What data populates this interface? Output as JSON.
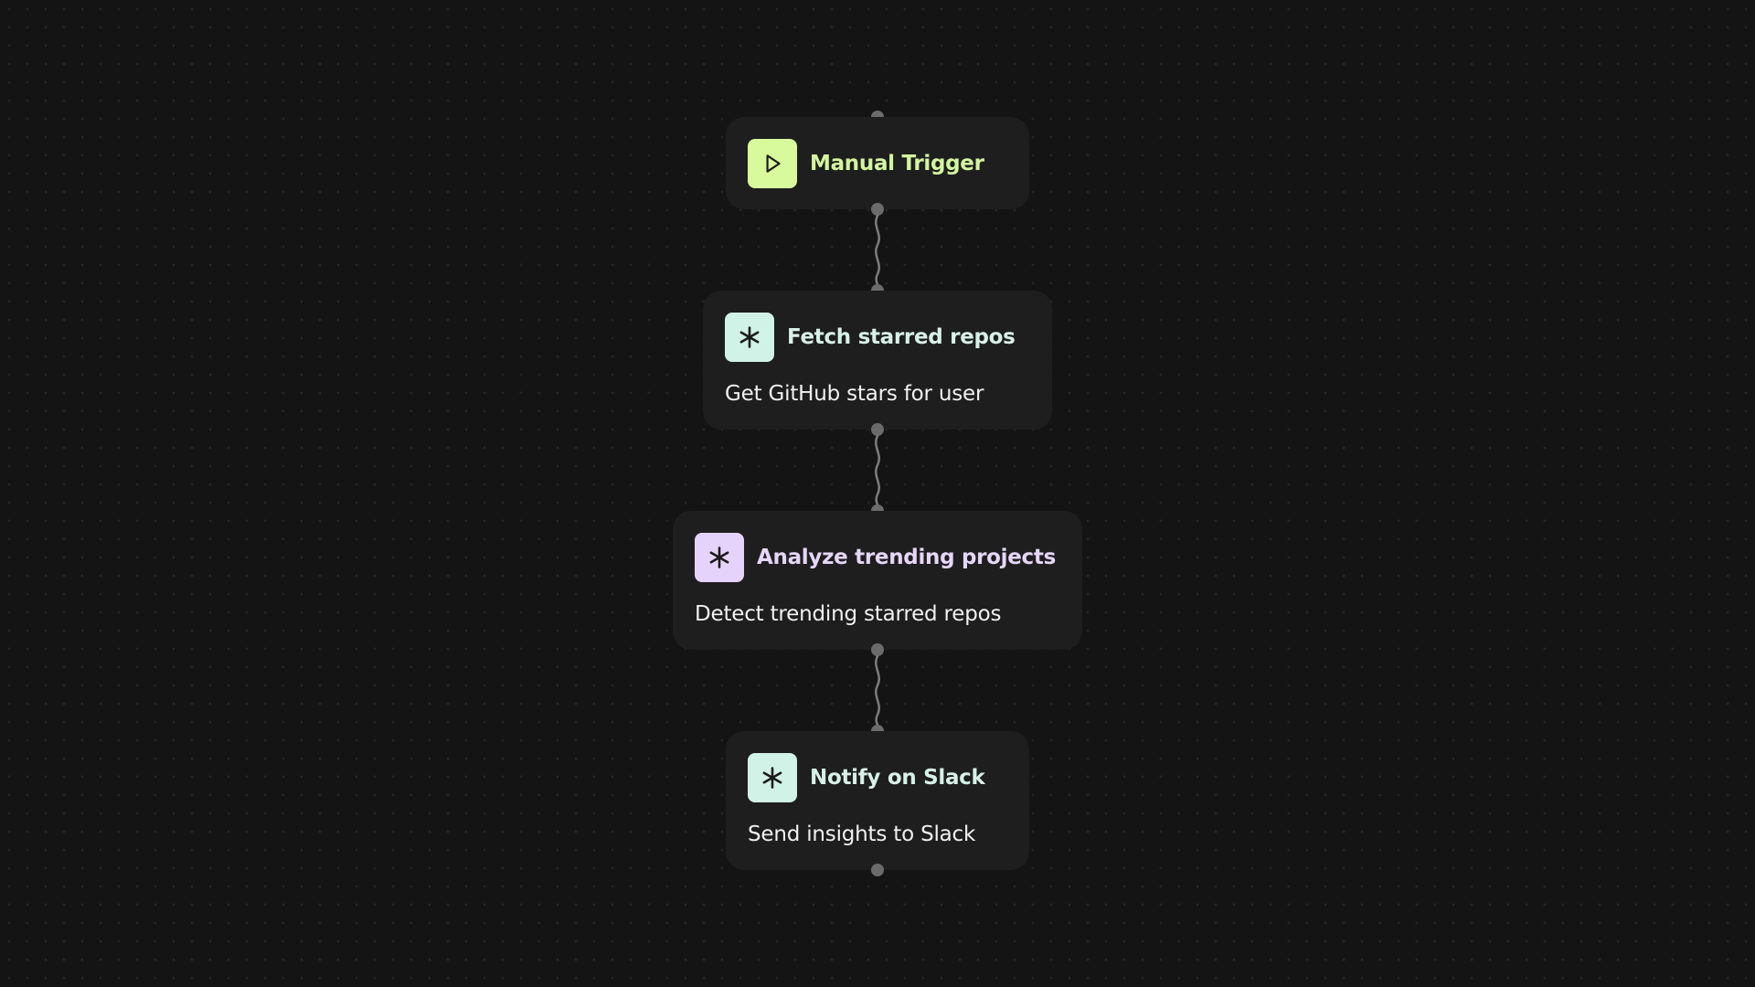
{
  "colors": {
    "background": "#141414",
    "node_bg": "#1e1e1f",
    "trigger_accent": "#d9f99d",
    "trigger_title": "#d4f5a0",
    "teal_icon_bg": "#d1f2e6",
    "teal_title": "#d7f1e8",
    "purple_icon_bg": "#e6d3fb",
    "purple_title": "#e6d6f7",
    "edge": "#7c7c7c",
    "port": "#6b6b6b"
  },
  "nodes": [
    {
      "icon": "play-icon",
      "title": "Manual Trigger",
      "description": ""
    },
    {
      "icon": "asterisk-icon",
      "title": "Fetch starred repos",
      "description": "Get GitHub stars for user"
    },
    {
      "icon": "asterisk-icon",
      "title": "Analyze trending projects",
      "description": "Detect trending starred repos"
    },
    {
      "icon": "asterisk-icon",
      "title": "Notify on Slack",
      "description": "Send insights to Slack"
    }
  ]
}
